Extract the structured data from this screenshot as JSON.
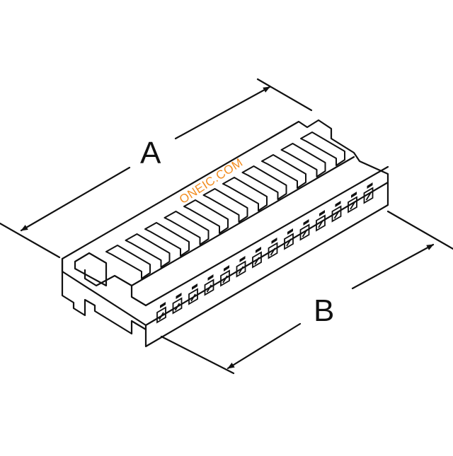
{
  "dimensions": {
    "a_label": "A",
    "b_label": "B"
  },
  "watermark": {
    "text": "ONEIC.COM"
  },
  "connector": {
    "latch_count": 11,
    "front_contact_count": 14
  },
  "colors": {
    "line": "#111111",
    "watermark": "#f28c1e"
  }
}
